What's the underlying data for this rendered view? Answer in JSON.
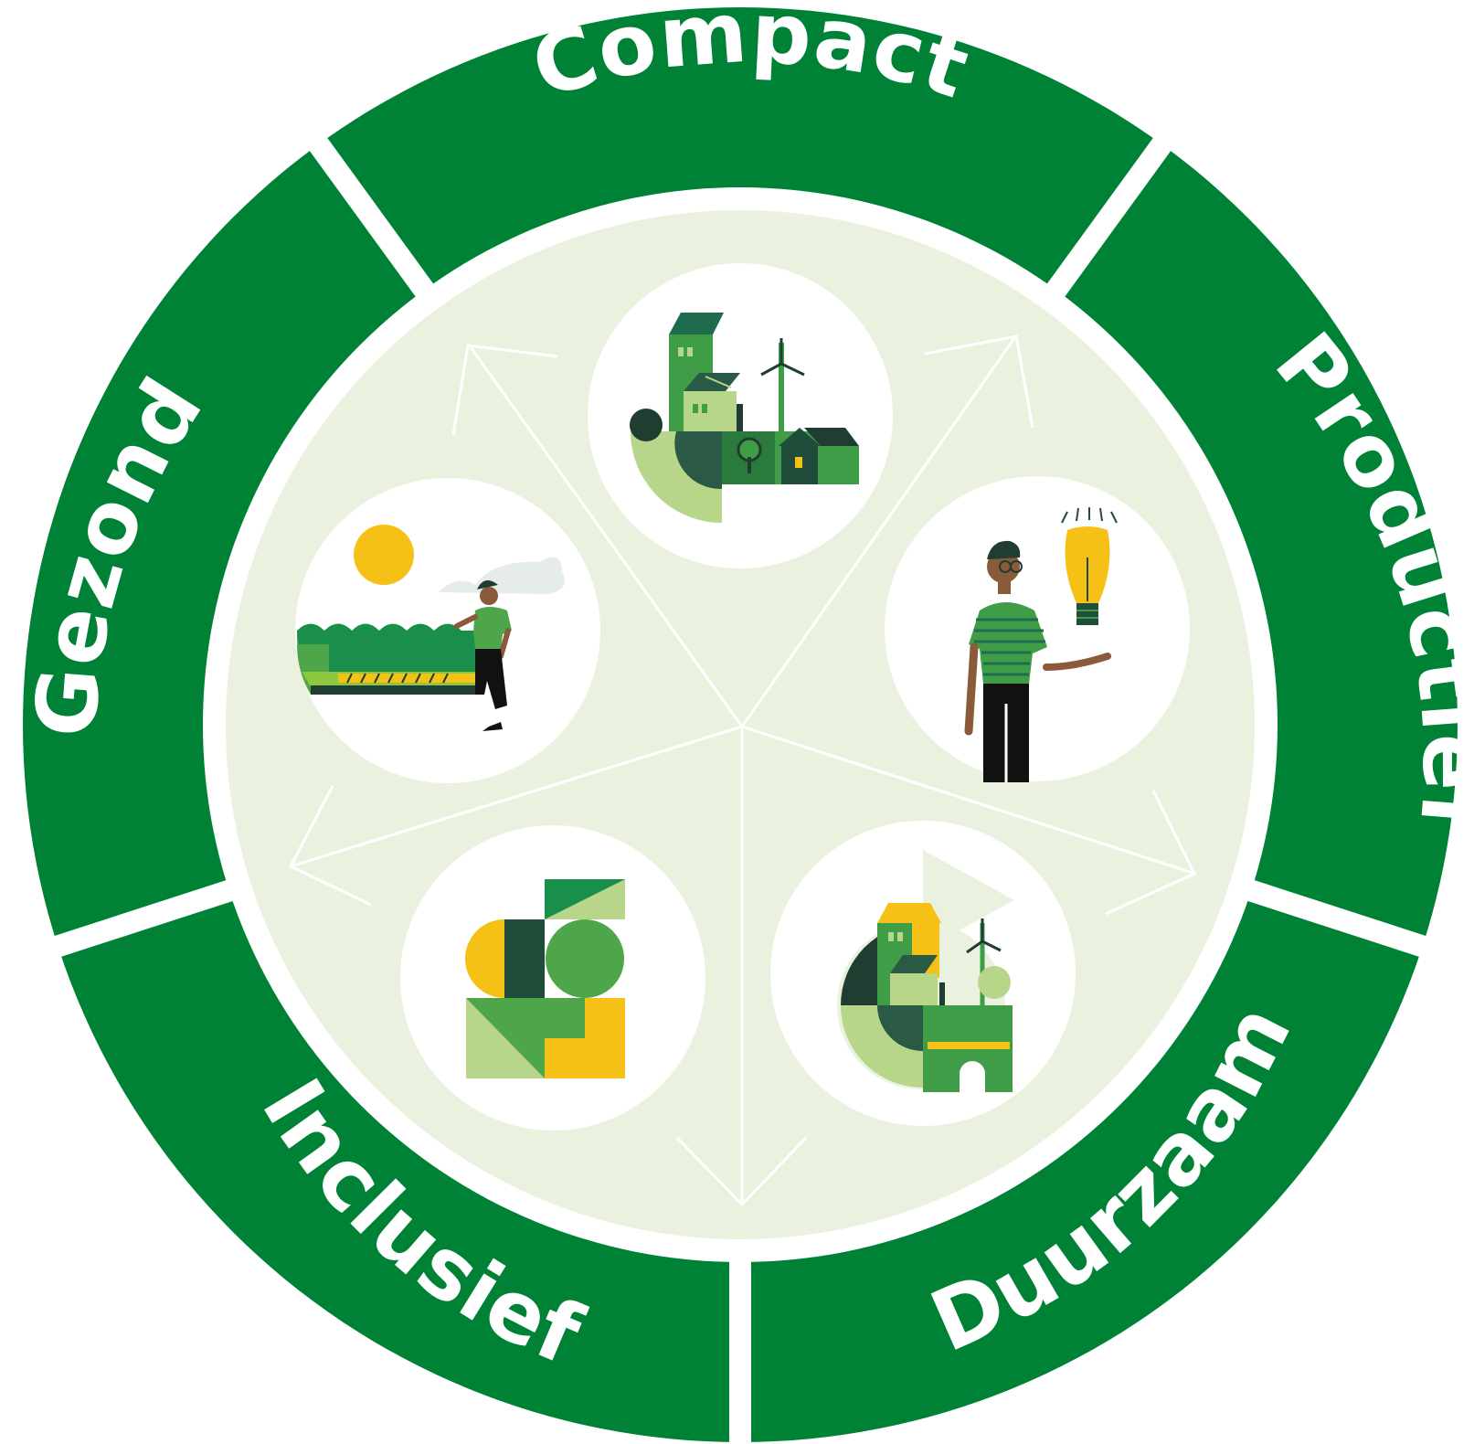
{
  "segments": [
    {
      "id": "compact",
      "label": "Compact"
    },
    {
      "id": "productief",
      "label": "Productief"
    },
    {
      "id": "duurzaam",
      "label": "Duurzaam"
    },
    {
      "id": "inclusief",
      "label": "Inclusief"
    },
    {
      "id": "gezond",
      "label": "Gezond"
    }
  ],
  "colors": {
    "ring_green": "#008236",
    "inner_fill": "#eaf2df",
    "arrow": "#ffffff",
    "dark_green": "#1f4d3a",
    "mid_green": "#3f9d47",
    "light_green": "#b8d68a",
    "yellow": "#f6c117",
    "skin": "#8a5a3a",
    "black": "#111111"
  },
  "icons": [
    "compact-city-icon",
    "lightbulb-person-icon",
    "sustainable-city-icon",
    "inclusive-shapes-icon",
    "healthy-landscape-icon"
  ]
}
